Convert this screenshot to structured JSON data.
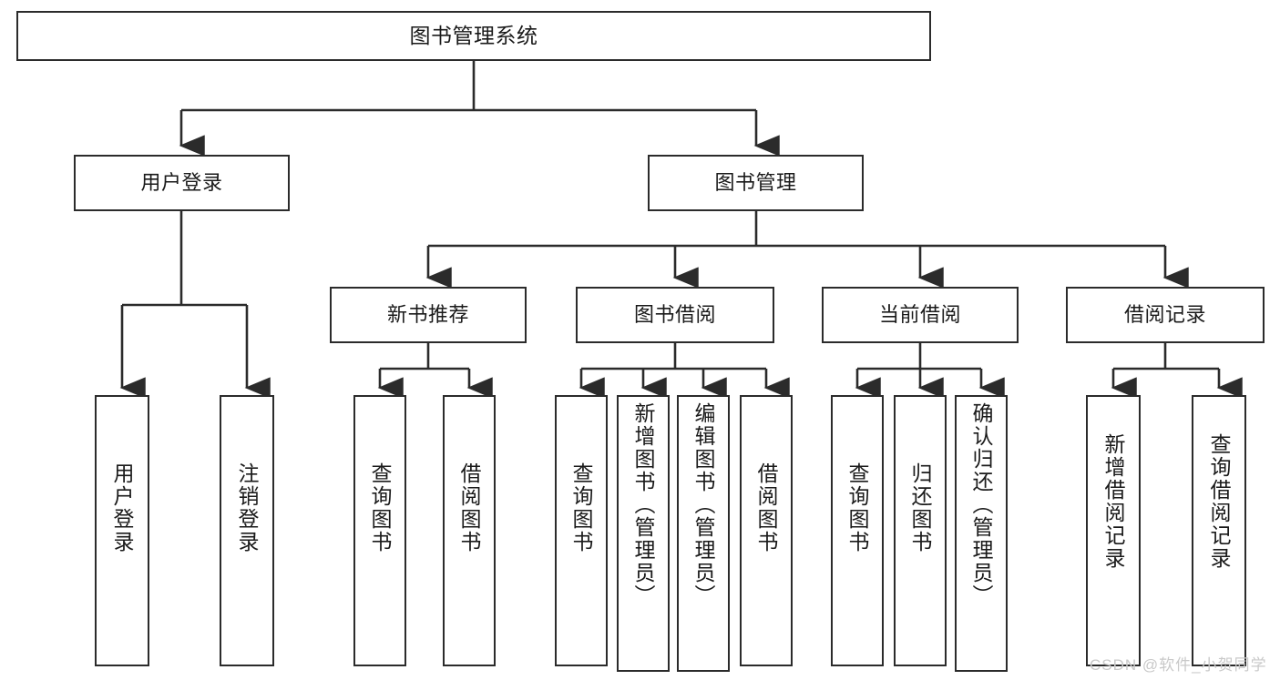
{
  "diagram": {
    "title": "图书管理系统",
    "type": "tree-hierarchy-chart",
    "watermark": "CSDN @软件_小贺同学"
  },
  "nodes": {
    "root": {
      "label": "图书管理系统"
    },
    "level2": [
      {
        "id": "user-login",
        "label": "用户登录"
      },
      {
        "id": "book-management",
        "label": "图书管理"
      }
    ],
    "level3": [
      {
        "id": "new-book-recommend",
        "label": "新书推荐"
      },
      {
        "id": "book-borrow",
        "label": "图书借阅"
      },
      {
        "id": "current-borrow",
        "label": "当前借阅"
      },
      {
        "id": "borrow-record",
        "label": "借阅记录"
      }
    ],
    "leaves": {
      "user_login": [
        {
          "id": "leaf-user-login",
          "label": "用户登录"
        },
        {
          "id": "leaf-logout",
          "label": "注销登录"
        }
      ],
      "new_book_recommend": [
        {
          "id": "leaf-query-book-1",
          "label": "查询图书"
        },
        {
          "id": "leaf-borrow-book-1",
          "label": "借阅图书"
        }
      ],
      "book_borrow": [
        {
          "id": "leaf-query-book-2",
          "label": "查询图书"
        },
        {
          "id": "leaf-add-book",
          "label": "新增图书（管理员）"
        },
        {
          "id": "leaf-edit-book",
          "label": "编辑图书（管理员）"
        },
        {
          "id": "leaf-borrow-book-2",
          "label": "借阅图书"
        }
      ],
      "current_borrow": [
        {
          "id": "leaf-query-book-3",
          "label": "查询图书"
        },
        {
          "id": "leaf-return-book",
          "label": "归还图书"
        },
        {
          "id": "leaf-confirm-return",
          "label": "确认归还（管理员）"
        }
      ],
      "borrow_record": [
        {
          "id": "leaf-add-record",
          "label": "新增借阅记录"
        },
        {
          "id": "leaf-query-record",
          "label": "查询借阅记录"
        }
      ]
    }
  },
  "colors": {
    "border": "#2b2b2b",
    "background": "#ffffff",
    "text": "#1a1a1a",
    "edge": "#2b2b2b",
    "watermark": "#c9c9c9"
  }
}
